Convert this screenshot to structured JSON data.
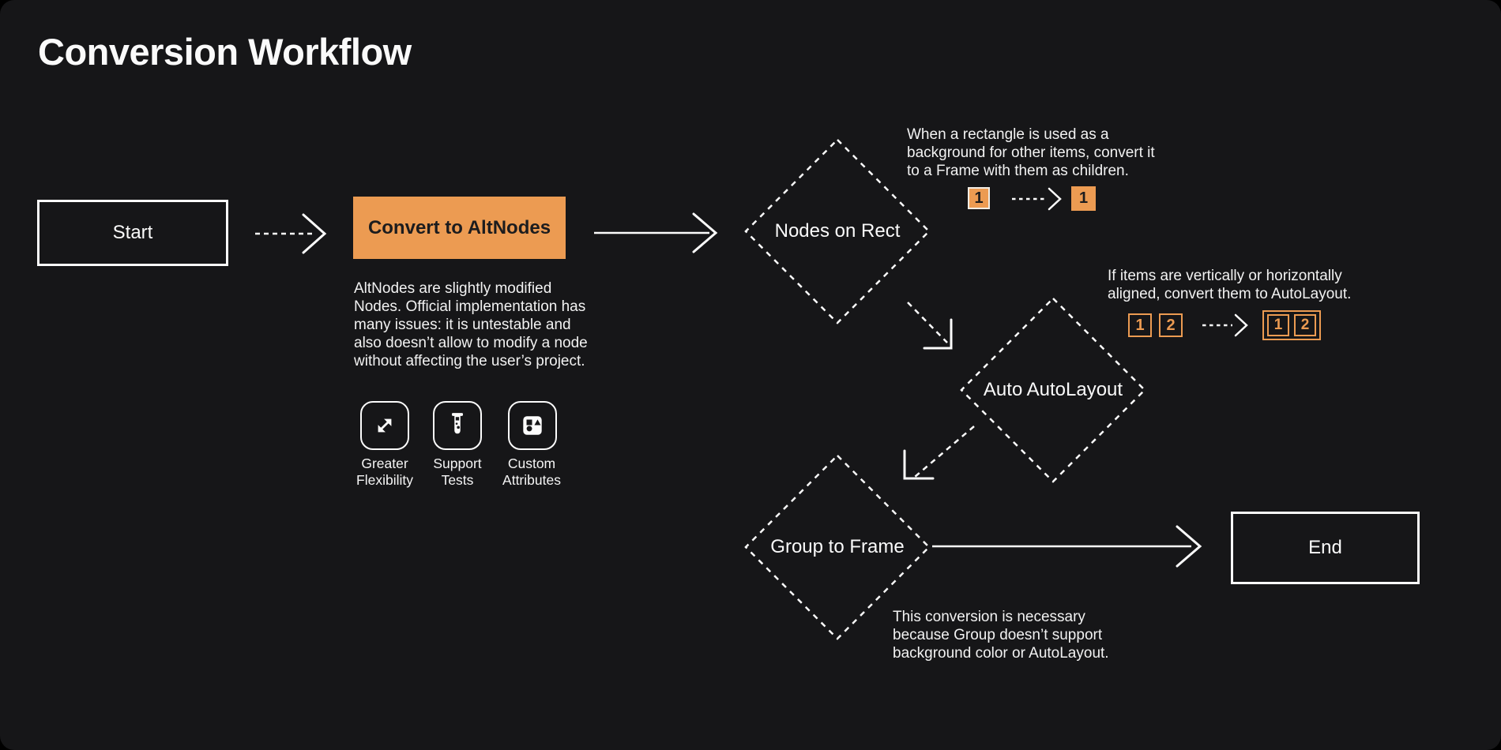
{
  "page": {
    "title": "Conversion Workflow",
    "colors": {
      "background": "#161618",
      "accent_orange": "#EC9B52",
      "text": "#FFFFFF",
      "dark_text": "#1C1C1E",
      "cream_border": "#F2EDE4"
    }
  },
  "flow": {
    "start": {
      "label": "Start"
    },
    "convert": {
      "label": "Convert to AltNodes",
      "description": "AltNodes are slightly modified Nodes. Official implementation has many issues: it is untestable and also doesn’t allow to modify a node without affecting the user’s project.",
      "features": [
        {
          "icon": "expand-diagonal-icon",
          "label": "Greater Flexibility"
        },
        {
          "icon": "test-tube-icon",
          "label": "Support Tests"
        },
        {
          "icon": "shapes-icon",
          "label": "Custom Attributes"
        }
      ]
    },
    "nodes_on_rect": {
      "label": "Nodes on Rect",
      "note": "When a rectangle is used as a background for other items, convert it to a Frame with them as children.",
      "example": {
        "before": [
          "1"
        ],
        "after": [
          "1"
        ]
      }
    },
    "auto_autolayout": {
      "label": "Auto AutoLayout",
      "note": "If items are vertically or horizontally aligned, convert them to AutoLayout.",
      "example": {
        "before": [
          "1",
          "2"
        ],
        "after": [
          "1",
          "2"
        ]
      }
    },
    "group_to_frame": {
      "label": "Group to Frame",
      "note": "This conversion is necessary because Group doesn’t support background color or AutoLayout."
    },
    "end": {
      "label": "End"
    }
  }
}
